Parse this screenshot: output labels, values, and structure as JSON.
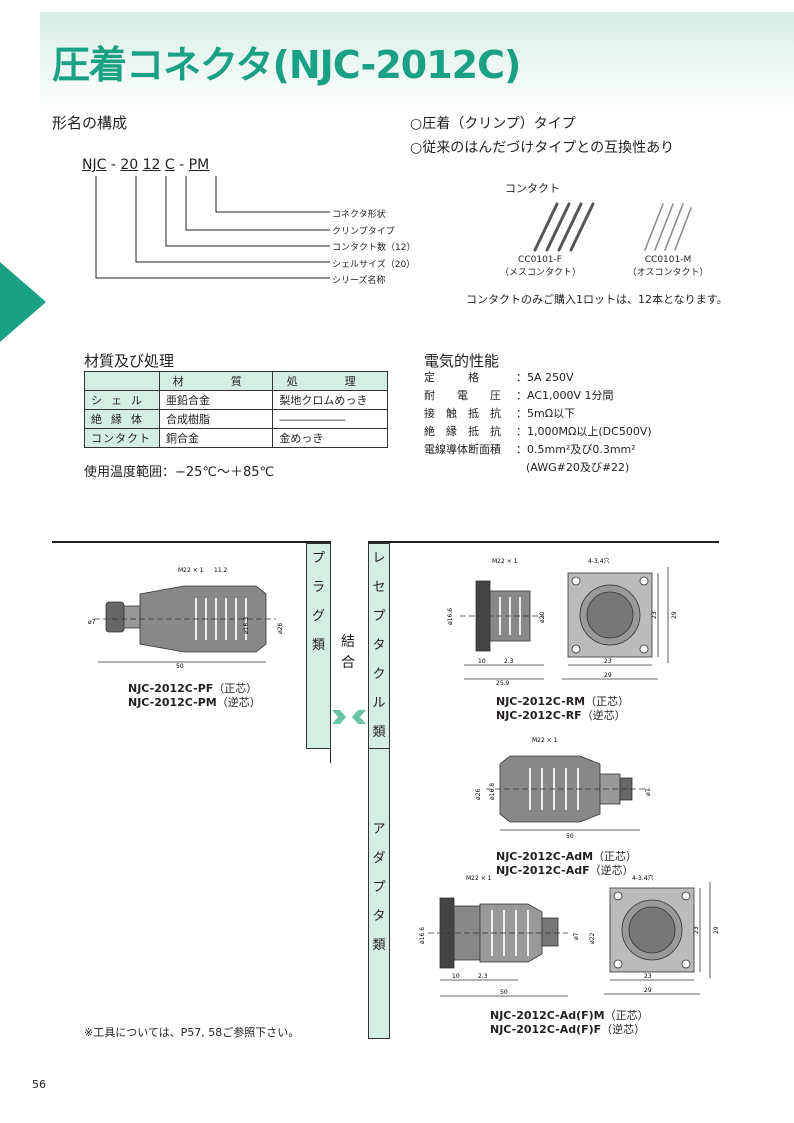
{
  "header": {
    "title": "圧着コネクタ(NJC-2012C)"
  },
  "model": {
    "heading": "形名の構成",
    "parts": [
      "NJC",
      "-",
      "20",
      "12",
      "C",
      "-",
      "PM"
    ],
    "labels": [
      "コネクタ形状",
      "クリンプタイプ",
      "コンタクト数（12）",
      "シェルサイズ（20）",
      "シリーズ名称"
    ]
  },
  "features": [
    "○圧着（クリンプ）タイプ",
    "○従来のはんだづけタイプとの互換性あり"
  ],
  "contacts": {
    "heading": "コンタクト",
    "female_code": "CC0101-F",
    "female_name": "（メスコンタクト）",
    "male_code": "CC0101-M",
    "male_name": "（オスコンタクト）",
    "note": "コンタクトのみご購入1ロットは、12本となります。"
  },
  "materials": {
    "heading": "材質及び処理",
    "col_material": "材　質",
    "col_treatment": "処　理",
    "rows": [
      {
        "part": "シェル",
        "material": "亜鉛合金",
        "treatment": "梨地クロムめっき"
      },
      {
        "part": "絶縁体",
        "material": "合成樹脂",
        "treatment": "――――――"
      },
      {
        "part": "コンタクト",
        "material": "銅合金",
        "treatment": "金めっき"
      }
    ],
    "temp": "使用温度範囲：−25℃～＋85℃"
  },
  "electrical": {
    "heading": "電気的性能",
    "rows": [
      {
        "k": "定　　　格",
        "v": "：5A 250V"
      },
      {
        "k": "耐　　電　　圧",
        "v": "：AC1,000V 1分間"
      },
      {
        "k": "接　触　抵　抗",
        "v": "：5mΩ以下"
      },
      {
        "k": "絶　縁　抵　抗",
        "v": "：1,000MΩ以上(DC500V)"
      },
      {
        "k": "電線導体断面積",
        "v": "：0.5mm²及び0.3mm²"
      },
      {
        "k": "",
        "v": "(AWG#20及び#22)"
      }
    ]
  },
  "categories": {
    "plug": "プラグ類",
    "join": "結合",
    "receptacle": "レセプタクル類",
    "adapter": "アダプタ類"
  },
  "products": {
    "plug": {
      "a": "NJC-2012C-PF",
      "a_note": "（正芯）",
      "b": "NJC-2012C-PM",
      "b_note": "（逆芯）"
    },
    "receptacle": {
      "a": "NJC-2012C-RM",
      "a_note": "（正芯）",
      "b": "NJC-2012C-RF",
      "b_note": "（逆芯）"
    },
    "adapter1": {
      "a": "NJC-2012C-AdM",
      "a_note": "（正芯）",
      "b": "NJC-2012C-AdF",
      "b_note": "（逆芯）"
    },
    "adapter2": {
      "a": "NJC-2012C-Ad(F)M",
      "a_note": "（正芯）",
      "b": "NJC-2012C-Ad(F)F",
      "b_note": "（逆芯）"
    }
  },
  "dims": {
    "m22": "M22 × 1",
    "len50": "50",
    "d112": "11.2",
    "d7": "ø7",
    "d163": "ø16.3",
    "d26": "ø26",
    "d166": "ø16.6",
    "d20": "ø20",
    "d10": "10",
    "d23": "2.3",
    "d259": "25.9",
    "hole": "4-3.4穴",
    "s23": "23",
    "s29": "29",
    "d168": "ø16.8",
    "d22": "ø22"
  },
  "footer": {
    "note": "※工具については、P57, 58ご参照下さい。",
    "page": "56"
  }
}
